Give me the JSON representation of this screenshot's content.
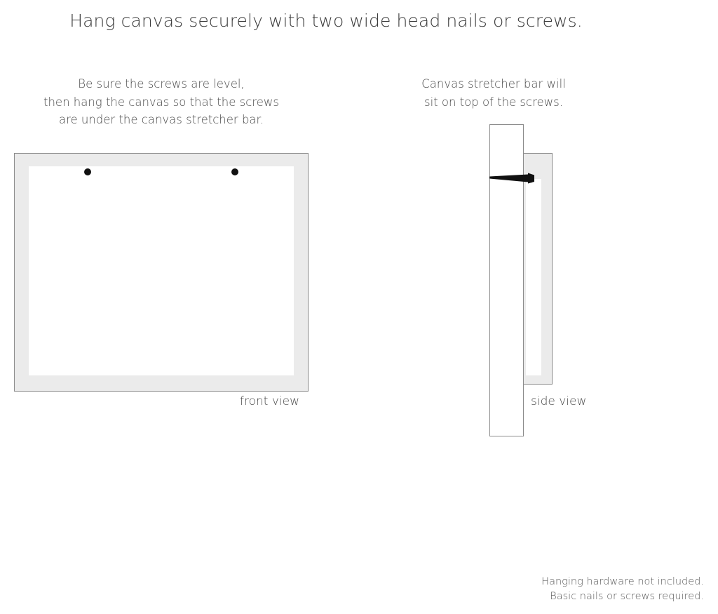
{
  "headline": "Hang canvas securely with two wide head nails or screws.",
  "captions": {
    "front": {
      "lines": [
        "Be sure the screws are level,",
        "then hang the canvas so that the screws",
        "are under the canvas stretcher bar."
      ]
    },
    "side": {
      "lines": [
        "Canvas stretcher bar will",
        "sit on top of the screws."
      ]
    }
  },
  "diagrams": {
    "front": {
      "label": "front view",
      "frame_name": "canvas-frame",
      "screws": [
        {
          "name": "screw-dot-left"
        },
        {
          "name": "screw-dot-right"
        }
      ]
    },
    "side": {
      "label": "side view",
      "wall_name": "wall",
      "bar_name": "canvas-stretcher-bar",
      "screw_name": "wall-screw"
    }
  },
  "footnote": {
    "lines": [
      "Hanging hardware not included.",
      "Basic nails or screws required."
    ]
  },
  "colors": {
    "background": "#ffffff",
    "text": "#3f3f3f",
    "headline_text": "#3a3a3a",
    "caption_text": "#4a4a4a",
    "footnote_text": "#5a5a5a",
    "frame_fill": "#ebebeb",
    "frame_stroke": "#8c8c8c",
    "canvas_fill": "#ffffff",
    "screw": "#111111"
  }
}
